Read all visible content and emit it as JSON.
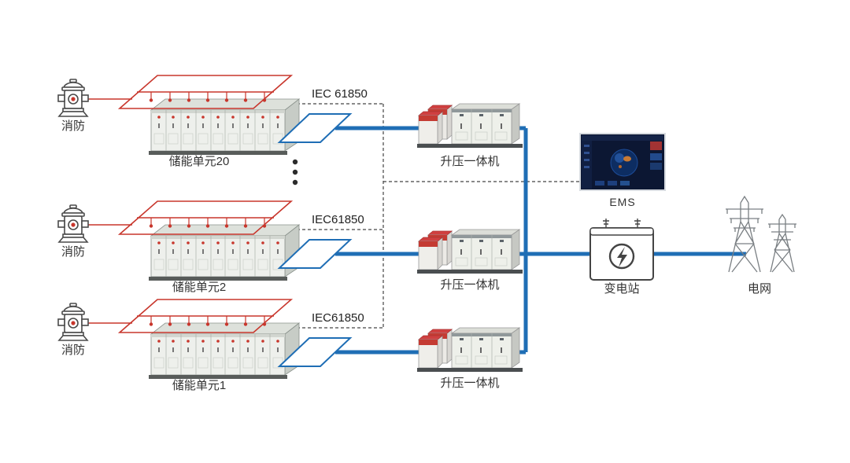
{
  "diagram": {
    "rows": [
      {
        "fire_label": "消防",
        "unit_label": "储能单元20",
        "protocol_label": "IEC 61850",
        "transformer_label": "升压一体机"
      },
      {
        "fire_label": "消防",
        "unit_label": "储能单元2",
        "protocol_label": "IEC61850",
        "transformer_label": "升压一体机"
      },
      {
        "fire_label": "消防",
        "unit_label": "储能单元1",
        "protocol_label": "IEC61850",
        "transformer_label": "升压一体机"
      }
    ],
    "ems_label": "EMS",
    "substation_label": "变电站",
    "grid_label": "电网",
    "colors": {
      "pipe_red": "#c8362c",
      "bus_blue": "#1f6eb5",
      "dash_grey": "#444",
      "cabinet_grey": "#eef0ec"
    }
  }
}
